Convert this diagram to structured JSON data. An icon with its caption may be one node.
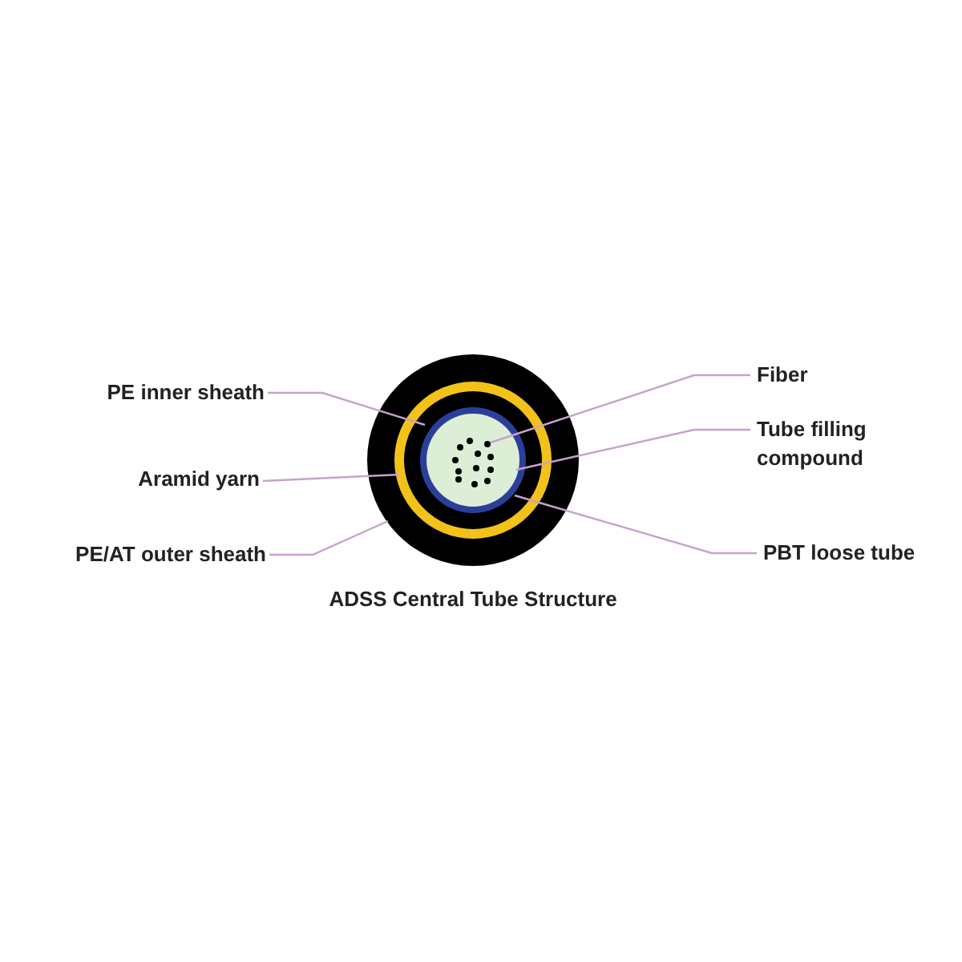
{
  "diagram": {
    "caption": "ADSS Central Tube Structure",
    "nodes": [
      {
        "text": [
          "PE inner sheath"
        ]
      },
      {
        "text": [
          "Fiber"
        ]
      },
      {
        "text": [
          "Aramid yarn"
        ]
      },
      {
        "text": [
          "Tube filling compound"
        ]
      },
      {
        "text": [
          "PE/AT outer sheath"
        ]
      },
      {
        "text": [
          "PBT loose tube"
        ]
      },
      {
        "text": [],
        "shape": "circle"
      },
      {
        "text": [],
        "shape": "circle",
        "in": 6
      },
      {
        "text": [],
        "shape": "circle",
        "in": 7
      },
      {
        "text": [],
        "shape": "circle",
        "in": 8
      },
      {
        "text": [],
        "shape": "circle",
        "in": 9
      },
      {
        "text": [],
        "shape": "circle",
        "in": 10
      }
    ],
    "edges": [
      {
        "from": 0,
        "to": 8,
        "arrow": "none"
      },
      {
        "from": 1,
        "to": 11,
        "arrow": "none"
      },
      {
        "from": 2,
        "to": 7,
        "arrow": "none"
      },
      {
        "from": 3,
        "to": 10,
        "arrow": "none"
      },
      {
        "from": 4,
        "to": 6,
        "arrow": "none"
      },
      {
        "from": 5,
        "to": 9,
        "arrow": "none"
      }
    ]
  }
}
